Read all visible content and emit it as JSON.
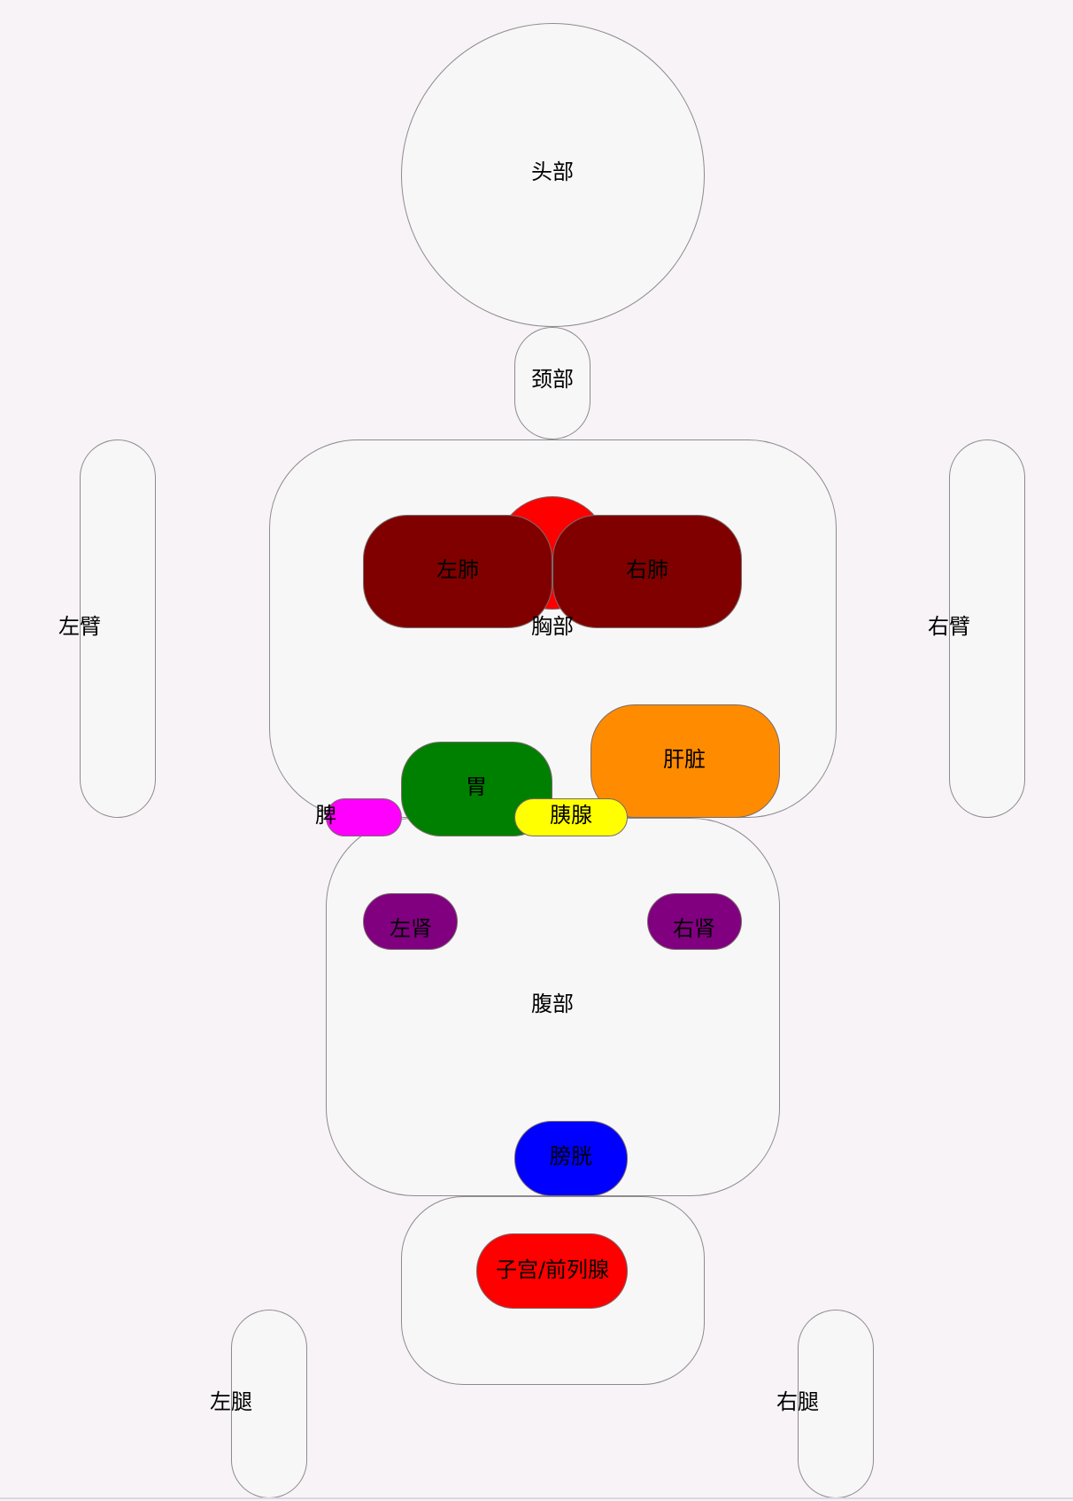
{
  "diagram": {
    "colors": {
      "background": "#f7f3f7",
      "part_fill": "#f8f7f8",
      "part_stroke": "#8e8a8e",
      "heart": "#ff0000",
      "lung": "#800000",
      "liver": "#ff8c00",
      "stomach": "#008000",
      "spleen": "#ff00ff",
      "pancreas": "#ffff00",
      "kidney": "#800080",
      "bladder": "#0000ff",
      "uterus_prostate": "#ff0000"
    },
    "parts": {
      "head": "头部",
      "neck": "颈部",
      "chest": "胸部",
      "abdomen": "腹部",
      "left_arm": "左臂",
      "right_arm": "右臂",
      "left_leg": "左腿",
      "right_leg": "右腿"
    },
    "organs": {
      "left_lung": "左肺",
      "right_lung": "右肺",
      "liver": "肝脏",
      "stomach": "胃",
      "spleen": "脾",
      "pancreas": "胰腺",
      "left_kidney": "左肾",
      "right_kidney": "右肾",
      "bladder": "膀胱",
      "uterus_prostate": "子宫/前列腺"
    }
  }
}
